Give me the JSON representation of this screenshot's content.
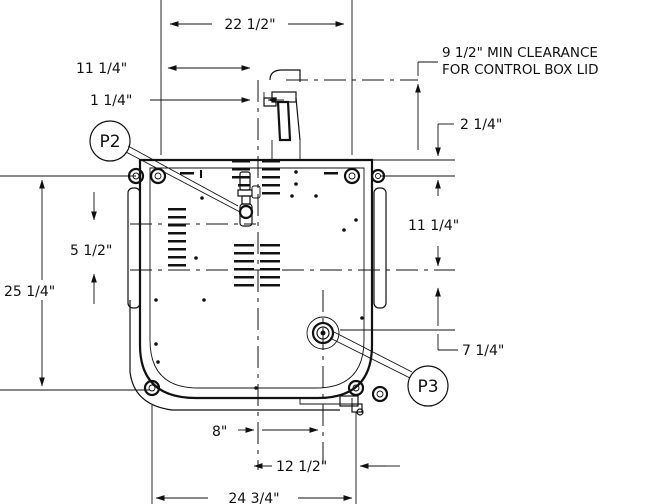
{
  "dimensions": {
    "d1": "22 1/2\"",
    "d2": "11 1/4\"",
    "d3": "1 1/4\"",
    "d4": "9 1/2\" MIN CLEARANCE",
    "d4b": "FOR CONTROL BOX LID",
    "d5": "2 1/4\"",
    "d6": "11 1/4\"",
    "d7": "5 1/2\"",
    "d8": "25 1/4\"",
    "d9": "7 1/4\"",
    "d10": "8\"",
    "d11": "12 1/2\"",
    "d12": "24 3/4\""
  },
  "callouts": {
    "p2": "P2",
    "p3": "P3"
  }
}
